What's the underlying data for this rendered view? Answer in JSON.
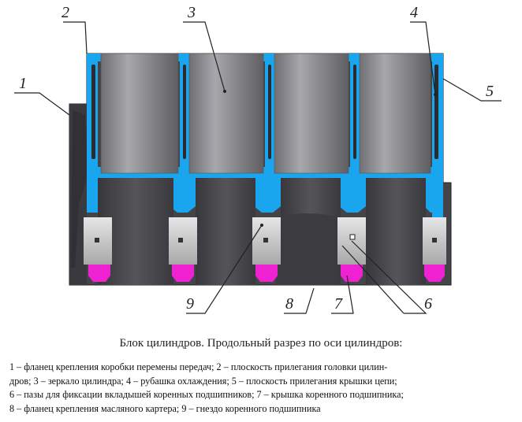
{
  "callouts": [
    "1",
    "2",
    "3",
    "4",
    "5",
    "6",
    "7",
    "8",
    "9"
  ],
  "caption": "Блок цилиндров. Продольный разрез по оси цилиндров:",
  "legend": {
    "line1": "1 – фланец крепления коробки перемены передач; 2 – плоскость прилегания головки цилин-",
    "line2": "дров; 3 – зеркало цилиндра; 4 – рубашка охлаждения; 5 – плоскость прилегания крышки цепи;",
    "line3": "6 – пазы для фиксации вкладышей коренных подшипников; 7 – крышка коренного подшипника;",
    "line4": "8 – фланец крепления масляного картера; 9 – гнездо коренного подшипника"
  },
  "colors": {
    "coolant_jacket": "#1aa6ee",
    "block_body": "#4a4a4e",
    "cylinder_bore": "#8d8d92",
    "bearing_cap": "#ee22d0",
    "bearing_seat": "#c8c8c8"
  }
}
